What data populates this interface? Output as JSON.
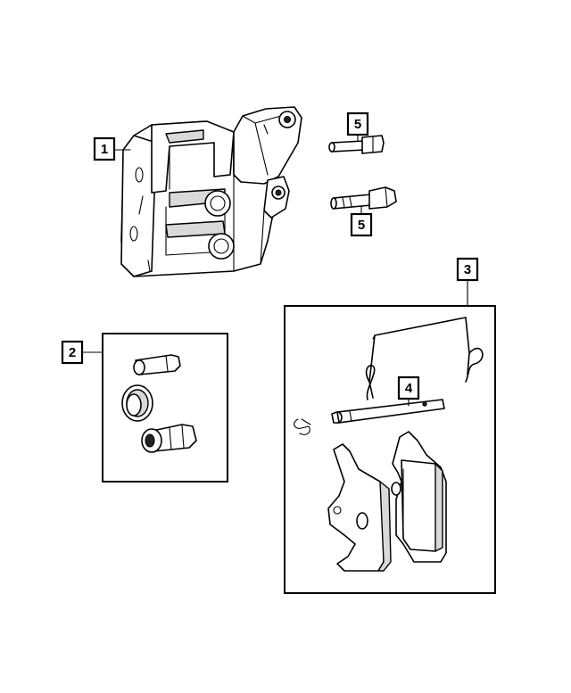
{
  "callouts": {
    "caliper": "1",
    "guide_pin_kit": "2",
    "pad_kit": "3",
    "retaining_pin": "4",
    "bolt_upper": "5",
    "bolt_lower": "5"
  },
  "colors": {
    "line": "#000000",
    "background": "#ffffff",
    "shading": "#d9d9d9"
  }
}
